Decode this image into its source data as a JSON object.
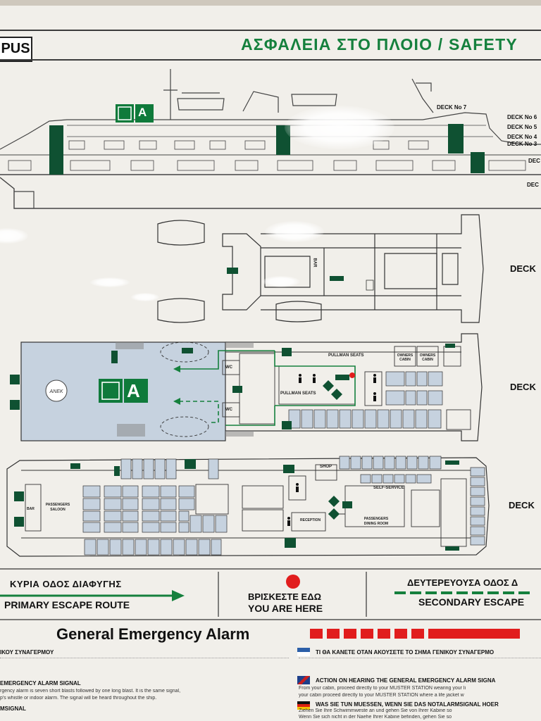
{
  "header": {
    "brand": "PUS",
    "title": "ΑΣΦΑΛΕΙΑ ΣΤΟ ΠΛΟΙΟ / SAFETY"
  },
  "profile": {
    "deck_labels": [
      "DECK No 7",
      "DECK No 6",
      "DECK No 5",
      "DECK No 4",
      "DECK No 3",
      "DEC",
      "DEC"
    ],
    "muster_letter": "A"
  },
  "plans": {
    "deck_titles": [
      "DECK",
      "DECK",
      "DECK"
    ],
    "muster_letter": "A",
    "rooms": {
      "bar_upper": "BAR",
      "pullman_top": "PULLMAN SEATS",
      "owners1": "OWNERS CABIN",
      "owners2": "OWNERS CABIN",
      "wc1": "WC",
      "wc2": "WC",
      "pullman_mid": "PULLMAN SEATS",
      "shop": "SHOP",
      "self_service": "SELF-SERVICE",
      "reception": "RECEPTION",
      "dining": "PASSENGERS DINING ROOM",
      "saloon": "PASSENGERS SALOON",
      "bar_lower": "BAR"
    }
  },
  "legend": {
    "primary_gr": "ΚΥΡΙΑ ΟΔΟΣ ΔΙΑΦΥΓΗΣ",
    "primary_en": "PRIMARY ESCAPE ROUTE",
    "here_gr": "ΒΡΙΣΚΕΣΤΕ ΕΔΩ",
    "here_en": "YOU ARE HERE",
    "secondary_gr": "ΔΕΥΤΕΡΕΥΟΥΣΑ ΟΔΟΣ Δ",
    "secondary_en": "SECONDARY ESCAPE"
  },
  "alarm": {
    "title": "General Emergency Alarm",
    "left_gr_head": "ΙΚΟΥ ΣΥΝΑΓΕΡΜΟΥ",
    "left_en_head": "EMERGENCY ALARM SIGNAL",
    "left_en_1": "rgency alarm is seven short blasts followed by one long blast. It is the same signal,",
    "left_en_2": "p's whistle or indoor alarm. The signal will be heard throughout the ship.",
    "left_de_head": "MSIGNAL",
    "right_gr_head": "ΤΙ ΘΑ ΚΑΝΕΤΕ ΟΤΑΝ ΑΚΟΥΣΕΤΕ ΤΟ ΣΗΜΑ ΓΕΝΙΚΟΥ ΣΥΝΑΓΕΡΜΟ",
    "right_en_head": "ACTION ON HEARING THE GENERAL EMERGENCY ALARM SIGNA",
    "right_en_1": "From your cabin, proceed directly to your MUSTER STATION wearing your li",
    "right_en_2": "your cabin proceed directly to your MUSTER STATION where a life jacket w",
    "right_de_head": "WAS SIE TUN MUESSEN, WENN SIE DAS NOTALARMSIGNAL HOER",
    "right_de_1": "Ziehen Sie Ihre Schwimmweste an und gehen Sie von Ihrer Kabine so",
    "right_de_2": "Wenn Sie sich nicht in der Naehe Ihrer Kabine befinden, gehen Sie so"
  }
}
